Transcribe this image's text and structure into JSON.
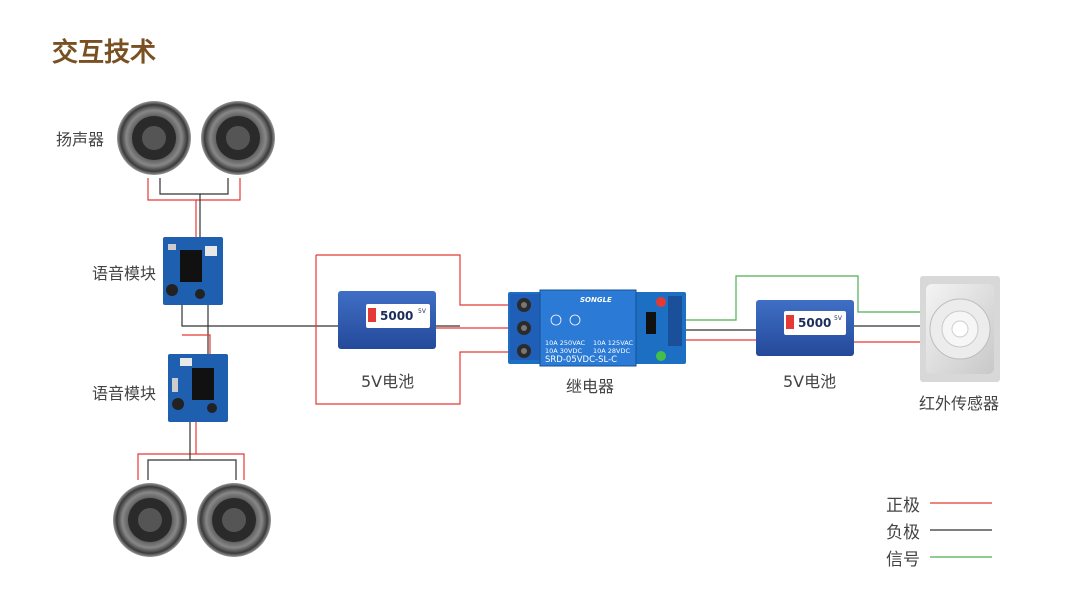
{
  "title": "交互技术",
  "labels": {
    "speaker": "扬声器",
    "voice_module_top": "语音模块",
    "voice_module_bottom": "语音模块",
    "battery_left": "5V电池",
    "relay": "继电器",
    "battery_right": "5V电池",
    "ir_sensor": "红外传感器"
  },
  "battery_text": "5000",
  "battery_small_text": "5V",
  "relay_brand": "SONGLE",
  "relay_specs": [
    "10A 250VAC",
    "10A 125VAC",
    "10A 30VDC",
    "10A 28VDC"
  ],
  "relay_model": "SRD-05VDC-SL-C",
  "legend": [
    {
      "label": "正极",
      "color": "#e53935"
    },
    {
      "label": "负极",
      "color": "#333333"
    },
    {
      "label": "信号",
      "color": "#4caf50"
    }
  ]
}
